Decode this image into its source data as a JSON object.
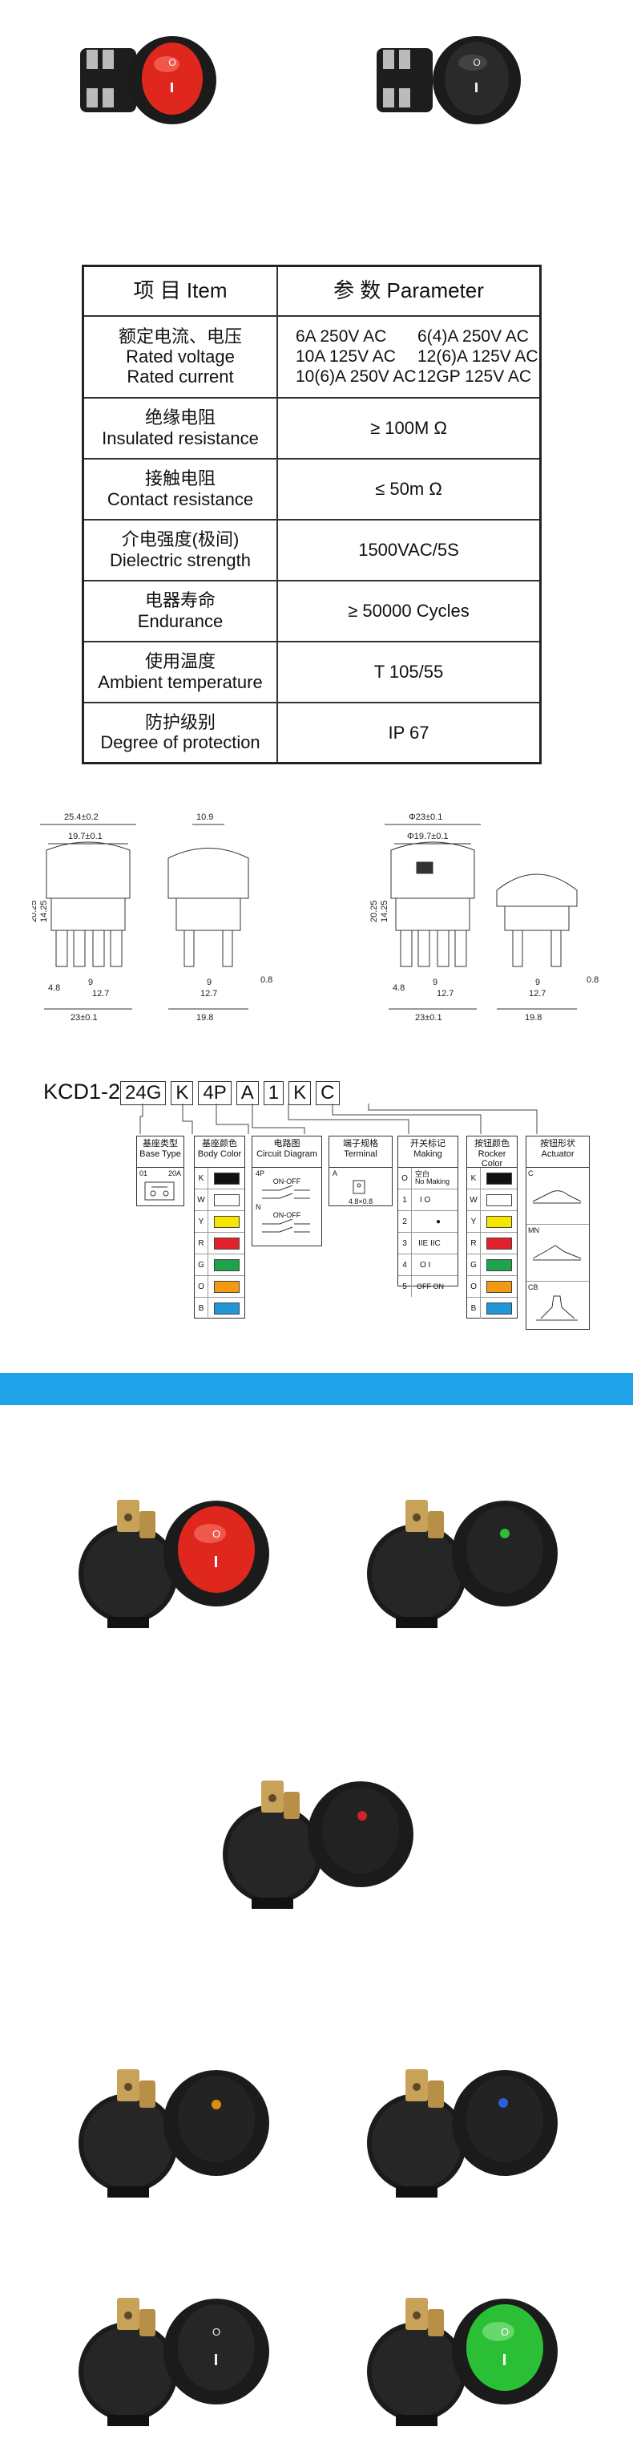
{
  "colors": {
    "banner": "#1fa2e8",
    "rocker_red": "#e0271d",
    "rocker_black": "#1a1a1a",
    "rocker_green": "#2bbf35",
    "body_black": "#1b1b1b",
    "terminal_brass": "#c9a25a"
  },
  "spec": {
    "header": {
      "item": "项 目   Item",
      "param": "参 数   Parameter"
    },
    "rows": [
      {
        "cn": "额定电流、电压",
        "en1": "Rated voltage",
        "en2": "Rated current",
        "p": [
          "6A 250V AC",
          "6(4)A 250V AC",
          "10A 125V AC",
          "12(6)A 125V AC",
          "10(6)A 250V AC",
          "12GP 125V AC"
        ]
      },
      {
        "cn": "绝缘电阻",
        "en1": "Insulated resistance",
        "value": "≥ 100M Ω"
      },
      {
        "cn": "接触电阻",
        "en1": "Contact resistance",
        "value": "≤ 50m Ω"
      },
      {
        "cn": "介电强度(极间)",
        "en1": "Dielectric strength",
        "value": "1500VAC/5S"
      },
      {
        "cn": "电器寿命",
        "en1": "Endurance",
        "value": "≥ 50000 Cycles"
      },
      {
        "cn": "使用温度",
        "en1": "Ambient temperature",
        "value": "T 105/55"
      },
      {
        "cn": "防护级别",
        "en1": "Degree of protection",
        "value": "IP 67"
      }
    ]
  },
  "dims": {
    "left_top_a": "25.4±0.2",
    "left_top_b": "19.7±0.1",
    "left_h1": "20.25",
    "left_h2": "14.25",
    "left_a": "4.8",
    "left_b": "9",
    "left_c": "12.7",
    "left_w": "23±0.1",
    "mid_top": "10.9",
    "mid_a": "0.8",
    "mid_b": "12.7",
    "mid_w": "19.8",
    "mid_c": "9",
    "right_top_a": "Φ23±0.1",
    "right_top_b": "Φ19.7±0.1",
    "right_h1": "20.25",
    "right_h2": "14.25",
    "right_a": "4.8",
    "right_b": "9",
    "right_c": "12.7",
    "right_w": "23±0.1",
    "right2_a": "0.8",
    "right2_b": "12.7",
    "right2_w": "19.8",
    "right2_c": "9"
  },
  "code": {
    "prefix": "KCD1-2",
    "parts": [
      "24G",
      "K",
      "4P",
      "A",
      "1",
      "K",
      "C"
    ],
    "base_type": {
      "cn": "基座类型",
      "en": "Base Type",
      "code": "01",
      "note": "20A"
    },
    "body_color": {
      "cn": "基座颜色",
      "en": "Body Color",
      "keys": [
        "K",
        "W",
        "Y",
        "R",
        "G",
        "O",
        "B"
      ]
    },
    "circuit": {
      "cn": "电路图",
      "en": "Circuit Diagram",
      "a_code": "4P",
      "a_label": "ON-OFF",
      "b_code": "N",
      "b_label": "ON-OFF"
    },
    "terminal": {
      "cn": "端子规格",
      "en": "Terminal",
      "code": "A",
      "size": "4.8×0.8"
    },
    "marking": {
      "cn": "开关标记",
      "en": "Making",
      "none_cn": "空白",
      "none_en": "No Making",
      "rows": [
        "1",
        "2",
        "3",
        "4",
        "5"
      ],
      "s1": "I  O",
      "s2": "●",
      "s3": "IIE  IIC",
      "s4": "O  I",
      "s5": "OFF  ON"
    },
    "rocker_color": {
      "cn": "按钮颜色",
      "en": "Rocker Color",
      "keys": [
        "K",
        "W",
        "Y",
        "R",
        "G",
        "O",
        "B"
      ]
    },
    "actuator": {
      "cn": "按钮形状",
      "en": "Actuator",
      "keys": [
        "C",
        "MN",
        "CB"
      ]
    },
    "swatches": [
      "#111111",
      "#ffffff",
      "#f6e600",
      "#e3202c",
      "#1ea24a",
      "#f39a12",
      "#2196d8"
    ]
  }
}
